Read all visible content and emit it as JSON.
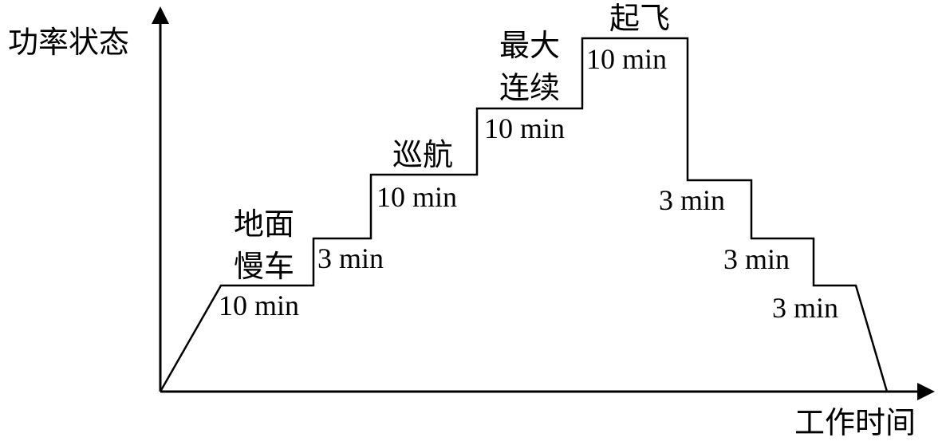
{
  "axes": {
    "y_label": "功率状态",
    "x_label": "工作时间"
  },
  "stages": [
    {
      "name_lines": [
        "地面",
        "慢车"
      ],
      "duration": "10 min"
    },
    {
      "name_lines": [],
      "duration": "3 min"
    },
    {
      "name_lines": [
        "巡航"
      ],
      "duration": "10 min"
    },
    {
      "name_lines": [
        "最大",
        "连续"
      ],
      "duration": "10 min"
    },
    {
      "name_lines": [
        "起飞"
      ],
      "duration": "10 min"
    },
    {
      "name_lines": [],
      "duration": "3 min"
    },
    {
      "name_lines": [],
      "duration": "3 min"
    },
    {
      "name_lines": [],
      "duration": "3 min"
    }
  ],
  "colors": {
    "line": "#000000",
    "background": "#ffffff"
  }
}
